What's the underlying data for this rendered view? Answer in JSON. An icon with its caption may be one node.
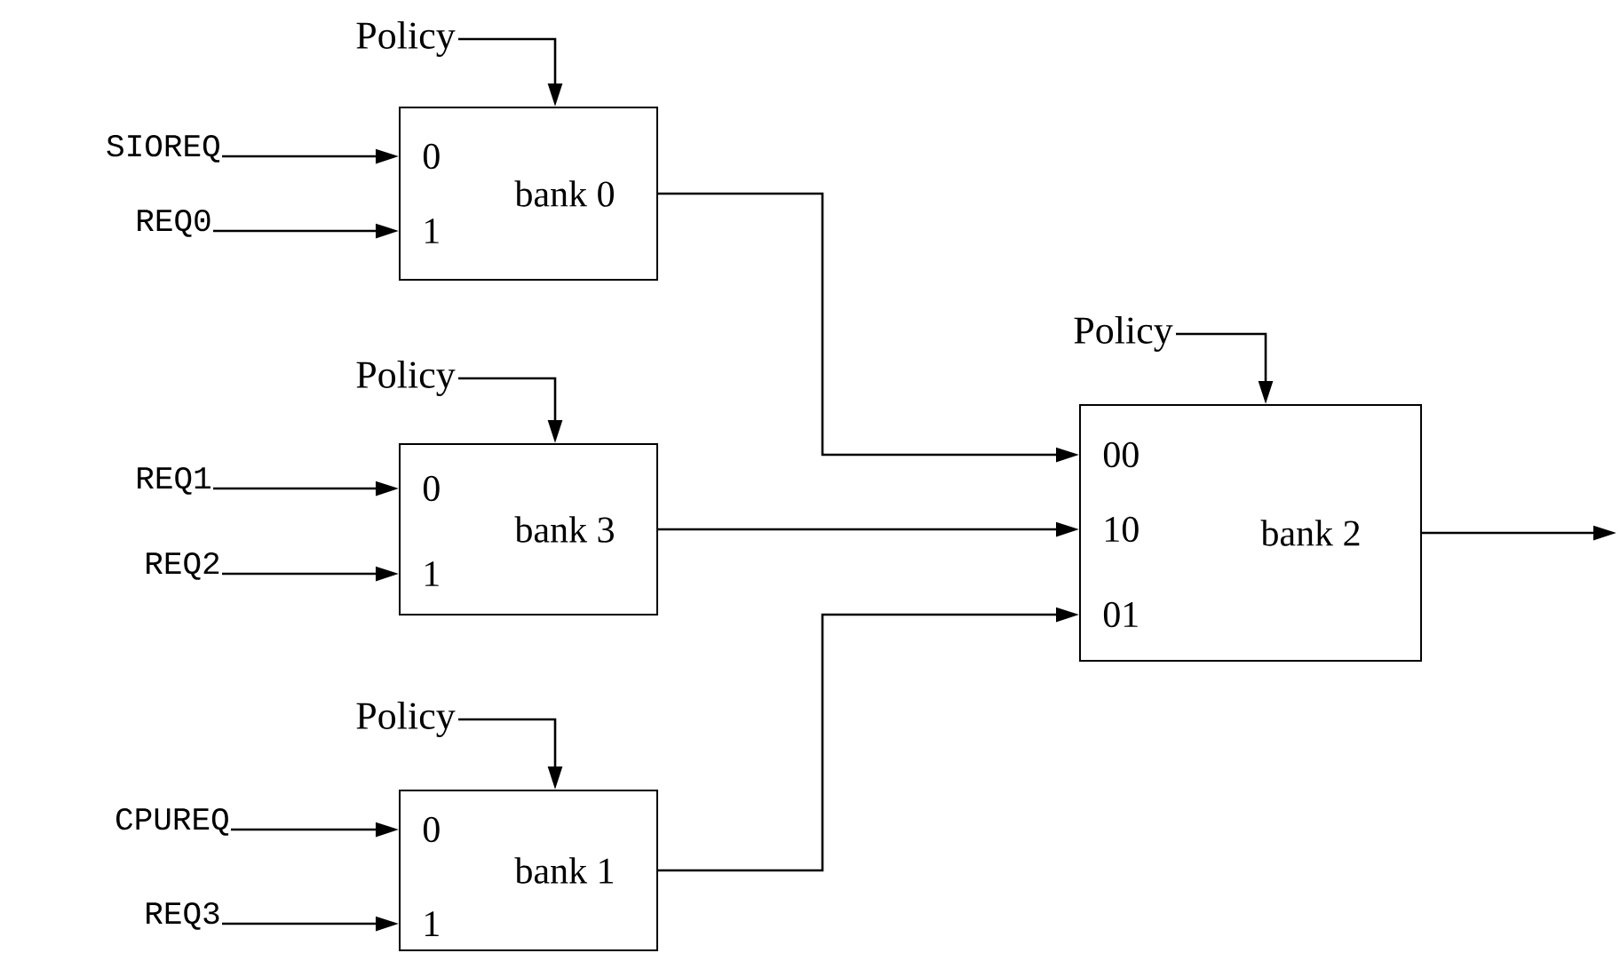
{
  "diagram": {
    "nodes": [
      {
        "text": [
          "Policy"
        ]
      },
      {
        "text": [
          "SIOREQ"
        ]
      },
      {
        "text": [
          "REQ0"
        ]
      },
      {
        "text": [
          "0",
          "1",
          "bank 0"
        ]
      },
      {
        "text": [
          "Policy"
        ]
      },
      {
        "text": [
          "REQ1"
        ]
      },
      {
        "text": [
          "REQ2"
        ]
      },
      {
        "text": [
          "0",
          "1",
          "bank 3"
        ]
      },
      {
        "text": [
          "Policy"
        ]
      },
      {
        "text": [
          "CPUREQ"
        ]
      },
      {
        "text": [
          "REQ3"
        ]
      },
      {
        "text": [
          "0",
          "1",
          "bank 1"
        ]
      },
      {
        "text": [
          "Policy"
        ]
      },
      {
        "text": [
          "00",
          "10",
          "01",
          "bank 2"
        ]
      }
    ],
    "edges": [
      {
        "from": 0,
        "to": 3,
        "arrow": "to"
      },
      {
        "from": 1,
        "to": 3,
        "arrow": "to"
      },
      {
        "from": 2,
        "to": 3,
        "arrow": "to"
      },
      {
        "from": 4,
        "to": 7,
        "arrow": "to"
      },
      {
        "from": 5,
        "to": 7,
        "arrow": "to"
      },
      {
        "from": 6,
        "to": 7,
        "arrow": "to"
      },
      {
        "from": 8,
        "to": 11,
        "arrow": "to"
      },
      {
        "from": 9,
        "to": 11,
        "arrow": "to"
      },
      {
        "from": 10,
        "to": 11,
        "arrow": "to"
      },
      {
        "from": 12,
        "to": 13,
        "arrow": "to"
      },
      {
        "from": 3,
        "to": 13,
        "arrow": "to"
      },
      {
        "from": 7,
        "to": 13,
        "arrow": "to"
      },
      {
        "from": 11,
        "to": 13,
        "arrow": "to"
      },
      {
        "from": 13,
        "to": null,
        "arrow": "to"
      }
    ]
  }
}
